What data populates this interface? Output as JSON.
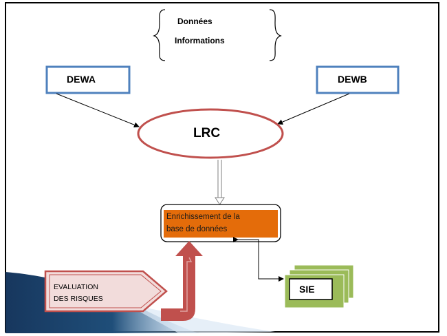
{
  "info_box": {
    "line1": "Données",
    "line2": "Informations"
  },
  "sources": {
    "left": "DEWA",
    "right": "DEWB"
  },
  "center": {
    "label": "LRC"
  },
  "process": {
    "line1": "Enrichissement de la",
    "line2": "base de données"
  },
  "risk": {
    "line1": "EVALUATION",
    "line2": "DES RISQUES"
  },
  "output": {
    "label": "SIE"
  },
  "colors": {
    "box_border": "#4f81bd",
    "ellipse": "#c0504d",
    "process_fill": "#e46c0a",
    "risk_arrow": "#c0504d",
    "risk_fill": "#f2dcdb",
    "sie_fill": "#9bbb59",
    "decor_blue": "#17375e"
  }
}
